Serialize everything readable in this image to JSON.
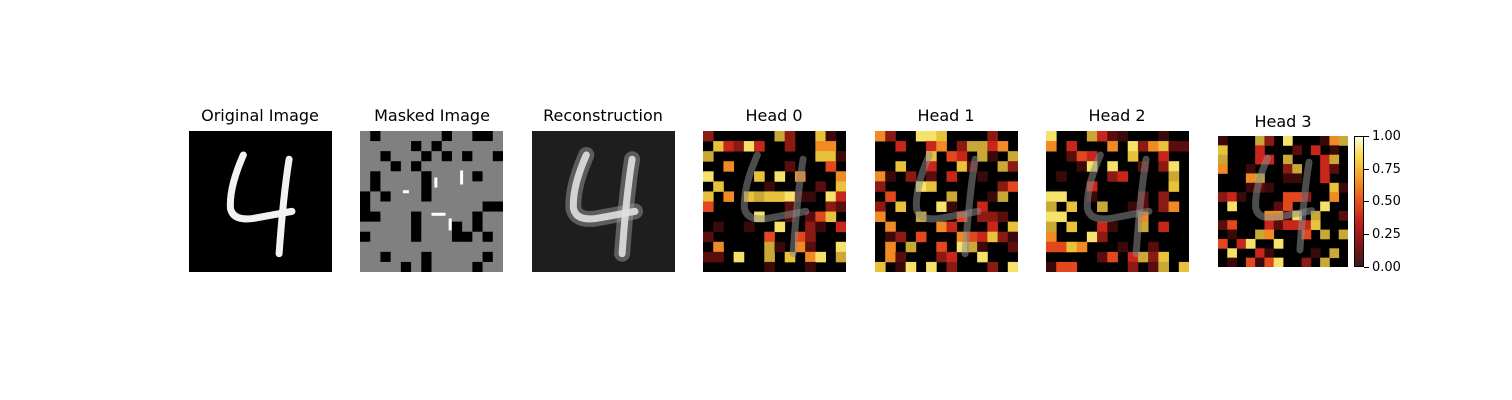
{
  "chart_data": {
    "type": "heatmap",
    "panels": [
      {
        "title": "Original Image",
        "kind": "digit"
      },
      {
        "title": "Masked Image",
        "kind": "masked"
      },
      {
        "title": "Reconstruction",
        "kind": "reconstruction"
      },
      {
        "title": "Head 0",
        "kind": "attention"
      },
      {
        "title": "Head 1",
        "kind": "attention"
      },
      {
        "title": "Head 2",
        "kind": "attention"
      },
      {
        "title": "Head 3",
        "kind": "attention"
      }
    ],
    "colorbar": {
      "ticks": [
        "0.00",
        "0.25",
        "0.50",
        "0.75",
        "1.00"
      ],
      "vmin": 0.0,
      "vmax": 1.0,
      "colormap": "hot"
    },
    "image_grid": "28x28",
    "patch_grid": "14x14"
  }
}
